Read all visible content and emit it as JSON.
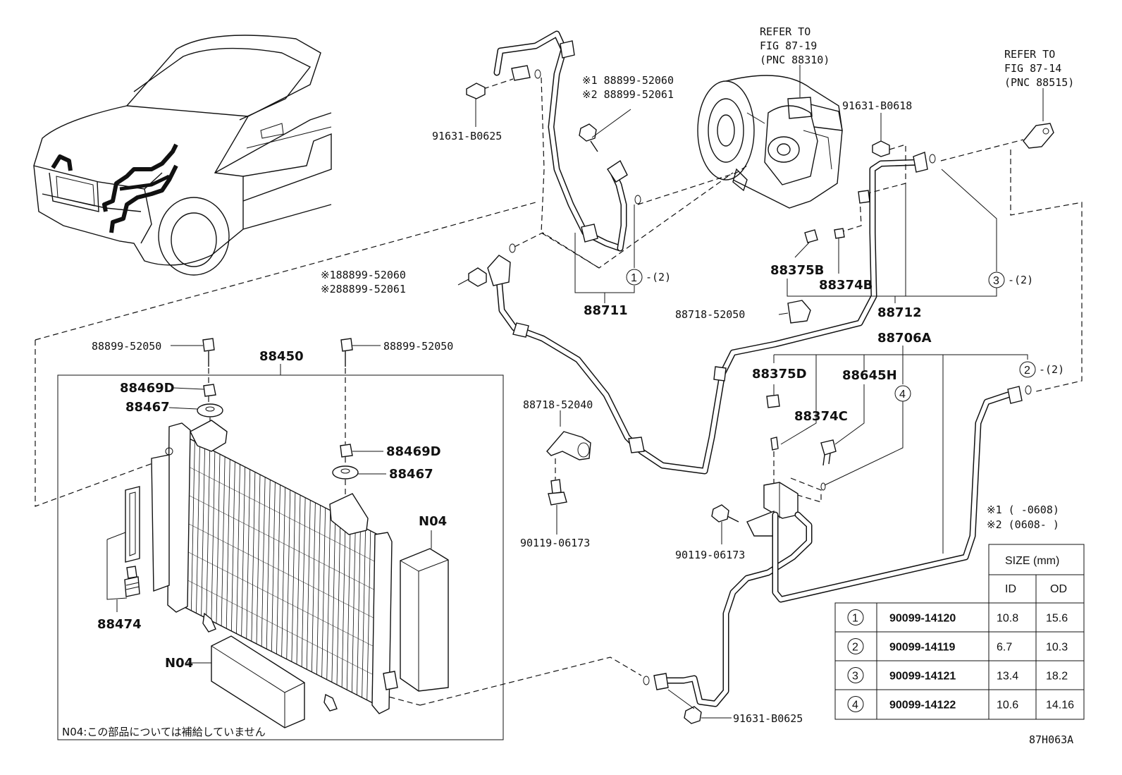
{
  "labels": {
    "refer_87_19": [
      "REFER TO",
      "FIG 87-19",
      "(PNC 88310)"
    ],
    "refer_87_14": [
      "REFER TO",
      "FIG 87-14",
      "(PNC 88515)"
    ],
    "bolt_top_left": "91631-B0625",
    "hose_note_1": "※1 88899-52060",
    "hose_note_2": "※2 88899-52061",
    "bolt_left_1": "※188899-52060",
    "bolt_left_2": "※288899-52061",
    "bolt_top_right": "91631-B0618",
    "p88375B": "88375B",
    "p88374B": "88374B",
    "p88711": "88711",
    "p88712": "88712",
    "clamp_88718_52050": "88718-52050",
    "p88706A": "88706A",
    "p88375D": "88375D",
    "p88645H": "88645H",
    "p88374C": "88374C",
    "ring1_ref": "-(2)",
    "ring2_ref": "-(2)",
    "ring3_ref": "-(2)",
    "bolt_88899_52050_left": "88899-52050",
    "bolt_88899_52050_right": "88899-52050",
    "p88450": "88450",
    "p88469D_left": "88469D",
    "p88467_left": "88467",
    "p88469D_right": "88469D",
    "p88467_right": "88467",
    "p88474": "88474",
    "N04_right": "N04",
    "N04_bottom": "N04",
    "clamp_88718_52040": "88718-52040",
    "bolt_90119_left": "90119-06173",
    "bolt_90119_right": "90119-06173",
    "bolt_bottom": "91631-B0625",
    "note_n04": "N04:この部品については補給していません",
    "date_note_1": "※1 (      -0608)",
    "date_note_2": "※2 (0608-      )",
    "figure_code": "87H063A"
  },
  "size_table": {
    "header": "SIZE (mm)",
    "col_id": "ID",
    "col_od": "OD",
    "rows": [
      {
        "no": "1",
        "part": "90099-14120",
        "id": "10.8",
        "od": "15.6"
      },
      {
        "no": "2",
        "part": "90099-14119",
        "id": "6.7",
        "od": "10.3"
      },
      {
        "no": "3",
        "part": "90099-14121",
        "id": "13.4",
        "od": "18.2"
      },
      {
        "no": "4",
        "part": "90099-14122",
        "id": "10.6",
        "od": "14.16"
      }
    ]
  }
}
